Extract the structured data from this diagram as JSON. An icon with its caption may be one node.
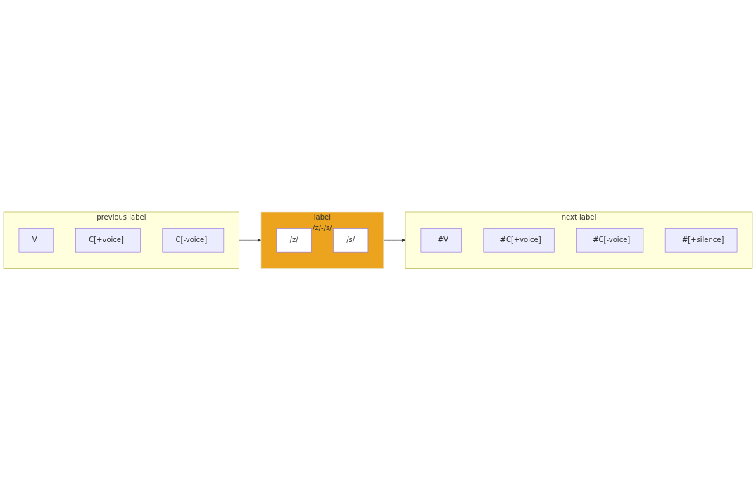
{
  "diagram": {
    "nodes": [
      {
        "text": [
          "previous label"
        ]
      },
      {
        "text": [
          "V_"
        ],
        "in": 0
      },
      {
        "text": [
          "C[+voice]_"
        ],
        "in": 0
      },
      {
        "text": [
          "C[-voice]_"
        ],
        "in": 0
      },
      {
        "text": [
          "label",
          "/z/-/s/"
        ]
      },
      {
        "text": [
          "/z/"
        ],
        "in": 4
      },
      {
        "text": [
          "/s/"
        ],
        "in": 4
      },
      {
        "text": [
          "next label"
        ]
      },
      {
        "text": [
          "_#V"
        ],
        "in": 7
      },
      {
        "text": [
          "_#C[+voice]"
        ],
        "in": 7
      },
      {
        "text": [
          "_#C[-voice]"
        ],
        "in": 7
      },
      {
        "text": [
          "_#[+silence]"
        ],
        "in": 7
      }
    ],
    "edges": [
      {
        "from": 0,
        "to": 4,
        "arrow": "to"
      },
      {
        "from": 4,
        "to": 7,
        "arrow": "to"
      }
    ]
  }
}
